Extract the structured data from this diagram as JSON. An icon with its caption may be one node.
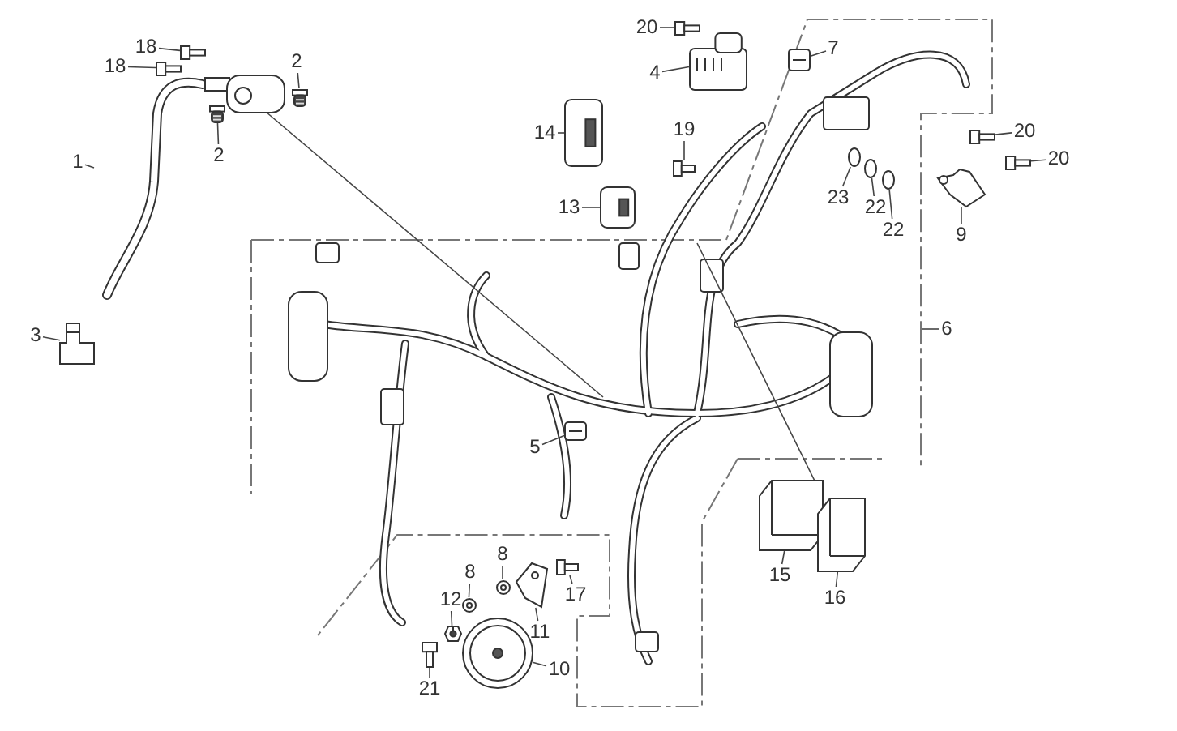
{
  "diagram": {
    "nodes": [
      {
        "text": [
          "18"
        ]
      },
      {
        "text": [
          "18"
        ]
      },
      {
        "text": [
          "2"
        ]
      },
      {
        "text": [
          "2"
        ]
      },
      {
        "text": [
          "1"
        ]
      },
      {
        "text": [
          "3"
        ]
      },
      {
        "text": [
          "20"
        ]
      },
      {
        "text": [
          "4"
        ]
      },
      {
        "text": [
          "7"
        ]
      },
      {
        "text": [
          "14"
        ]
      },
      {
        "text": [
          "19"
        ]
      },
      {
        "text": [
          "20"
        ]
      },
      {
        "text": [
          "20"
        ]
      },
      {
        "text": [
          "23"
        ]
      },
      {
        "text": [
          "22"
        ]
      },
      {
        "text": [
          "22"
        ]
      },
      {
        "text": [
          "9"
        ]
      },
      {
        "text": [
          "13"
        ]
      },
      {
        "text": [
          "6"
        ]
      },
      {
        "text": [
          "5"
        ]
      },
      {
        "text": [
          "15"
        ]
      },
      {
        "text": [
          "16"
        ]
      },
      {
        "text": [
          "8"
        ]
      },
      {
        "text": [
          "8"
        ]
      },
      {
        "text": [
          "12"
        ]
      },
      {
        "text": [
          "17"
        ]
      },
      {
        "text": [
          "11"
        ]
      },
      {
        "text": [
          "10"
        ]
      },
      {
        "text": [
          "21"
        ]
      },
      {
        "text": [],
        "shape": "picture"
      },
      {
        "text": [],
        "shape": "picture"
      },
      {
        "text": [],
        "shape": "picture"
      },
      {
        "text": [],
        "shape": "picture"
      },
      {
        "text": [],
        "shape": "picture"
      },
      {
        "text": [],
        "shape": "picture"
      },
      {
        "text": [],
        "shape": "picture"
      },
      {
        "text": [],
        "shape": "picture"
      },
      {
        "text": [],
        "shape": "picture"
      },
      {
        "text": [],
        "shape": "picture"
      },
      {
        "text": [],
        "shape": "picture"
      },
      {
        "text": [],
        "shape": "picture"
      },
      {
        "text": [],
        "shape": "picture"
      },
      {
        "text": [],
        "shape": "circle"
      },
      {
        "text": [],
        "shape": "circle"
      },
      {
        "text": [],
        "shape": "circle"
      },
      {
        "text": [],
        "shape": "picture"
      },
      {
        "text": [],
        "shape": "picture"
      },
      {
        "text": [],
        "shape": "picture"
      },
      {
        "text": [],
        "shape": "picture"
      },
      {
        "text": [],
        "shape": "picture"
      },
      {
        "text": [],
        "shape": "picture"
      },
      {
        "text": [],
        "shape": "picture"
      },
      {
        "text": [],
        "shape": "picture"
      },
      {
        "text": [],
        "shape": "picture"
      },
      {
        "text": [],
        "shape": "picture"
      },
      {
        "text": [],
        "shape": "picture"
      },
      {
        "text": [],
        "shape": "picture"
      },
      {
        "text": [],
        "shape": "picture"
      }
    ],
    "edges": [
      {
        "from": 0,
        "to": 29,
        "arrow": "none"
      },
      {
        "from": 1,
        "to": 30,
        "arrow": "none"
      },
      {
        "from": 2,
        "to": 31,
        "arrow": "none"
      },
      {
        "from": 3,
        "to": 32,
        "arrow": "none"
      },
      {
        "from": 4,
        "to": 33,
        "arrow": "none"
      },
      {
        "from": 5,
        "to": 34,
        "arrow": "none"
      },
      {
        "from": 6,
        "to": 35,
        "arrow": "none"
      },
      {
        "from": 7,
        "to": 36,
        "arrow": "none"
      },
      {
        "from": 8,
        "to": 37,
        "arrow": "none"
      },
      {
        "from": 9,
        "to": 38,
        "arrow": "none"
      },
      {
        "from": 10,
        "to": 39,
        "arrow": "none"
      },
      {
        "from": 11,
        "to": 40,
        "arrow": "none"
      },
      {
        "from": 12,
        "to": 41,
        "arrow": "none"
      },
      {
        "from": 13,
        "to": 42,
        "arrow": "none"
      },
      {
        "from": 14,
        "to": 43,
        "arrow": "none"
      },
      {
        "from": 15,
        "to": 44,
        "arrow": "none"
      },
      {
        "from": 16,
        "to": 45,
        "arrow": "none"
      },
      {
        "from": 17,
        "to": 46,
        "arrow": "none"
      },
      {
        "from": 18,
        "to": null,
        "arrow": "none"
      },
      {
        "from": 19,
        "to": 47,
        "arrow": "none"
      },
      {
        "from": 20,
        "to": 48,
        "arrow": "none"
      },
      {
        "from": 21,
        "to": 49,
        "arrow": "none"
      },
      {
        "from": 22,
        "to": 50,
        "arrow": "none"
      },
      {
        "from": 23,
        "to": 51,
        "arrow": "none"
      },
      {
        "from": 24,
        "to": 52,
        "arrow": "none"
      },
      {
        "from": 25,
        "to": 53,
        "arrow": "none"
      },
      {
        "from": 26,
        "to": 54,
        "arrow": "none"
      },
      {
        "from": 27,
        "to": 55,
        "arrow": "none"
      },
      {
        "from": 28,
        "to": 56,
        "arrow": "none"
      },
      {
        "from": 57,
        "to": null,
        "arrow": "none"
      },
      {
        "from": 49,
        "to": null,
        "arrow": "none"
      }
    ]
  }
}
